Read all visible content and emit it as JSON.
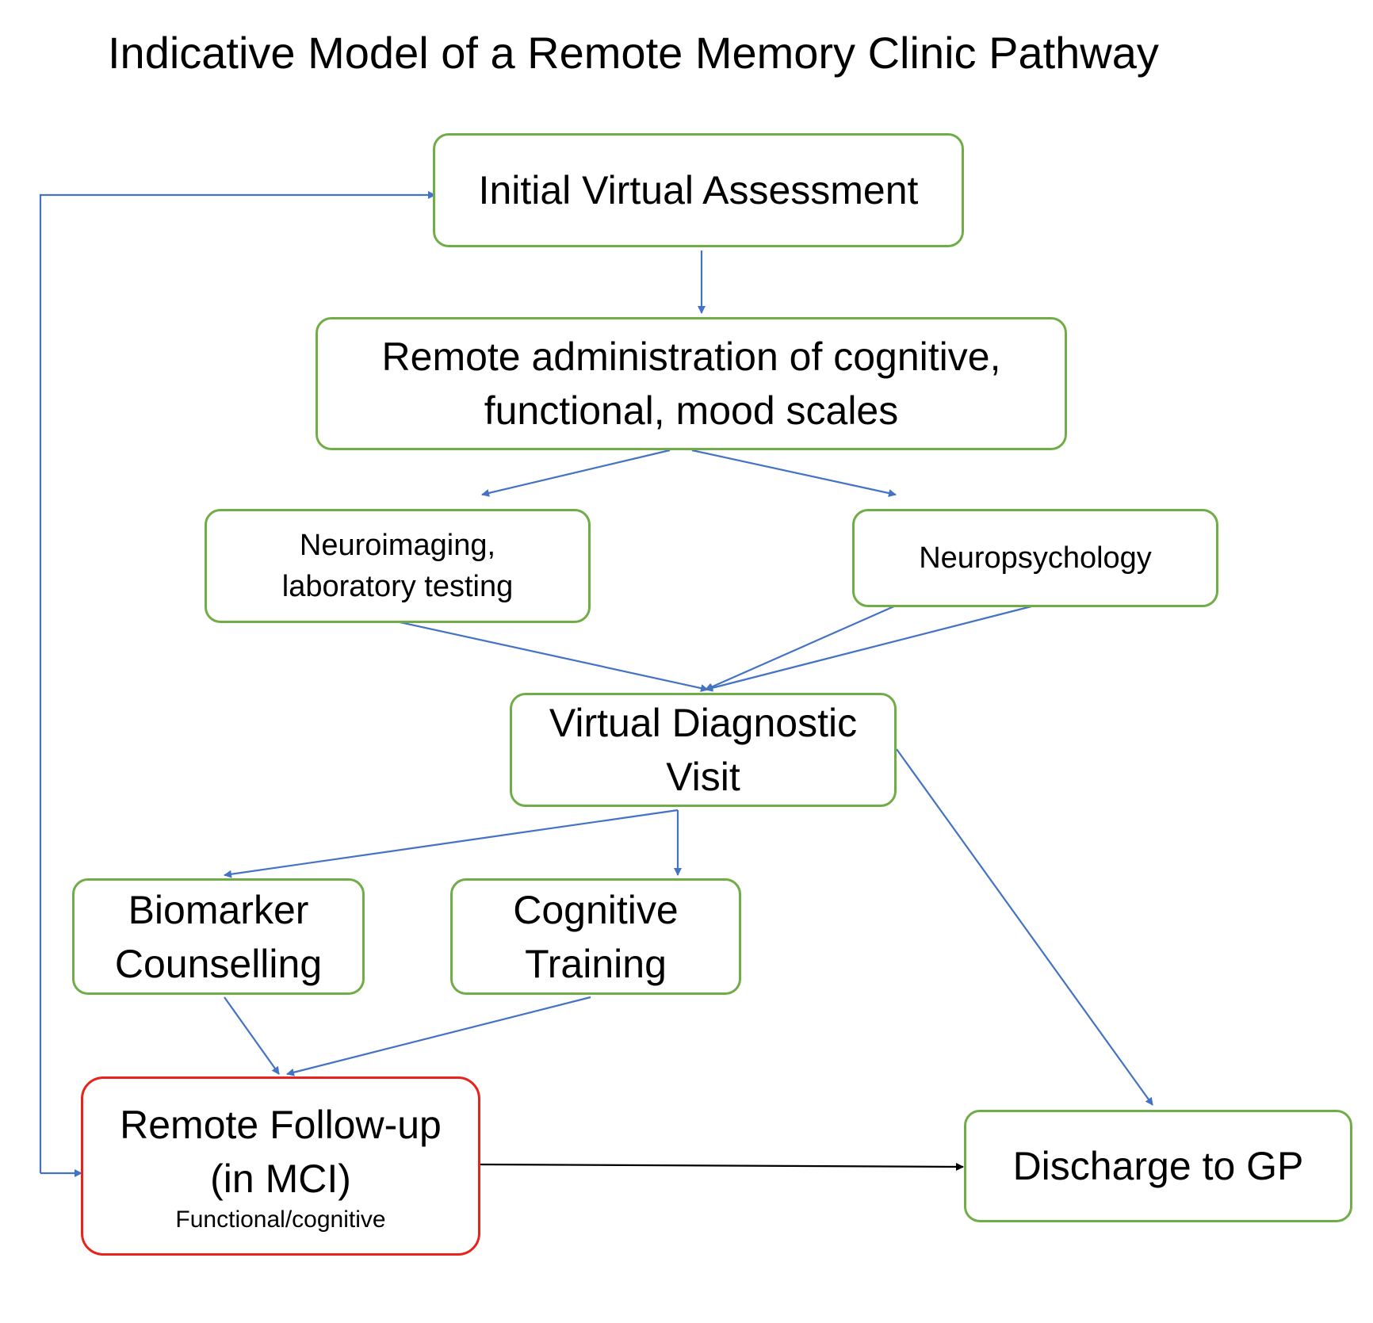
{
  "title": "Indicative Model of a Remote Memory Clinic Pathway",
  "colors": {
    "node_border": "#70ad47",
    "highlight_border": "#e8231a",
    "arrow": "#4472c4",
    "arrow_final": "#000000"
  },
  "nodes": {
    "initial": {
      "lines": [
        "Initial Virtual  Assessment"
      ]
    },
    "remote_admin": {
      "lines": [
        "Remote administration of cognitive,",
        "functional, mood scales"
      ]
    },
    "neuroimaging": {
      "lines": [
        "Neuroimaging,",
        "laboratory testing"
      ]
    },
    "neuropsychology": {
      "lines": [
        "Neuropsychology"
      ]
    },
    "diagnostic": {
      "lines": [
        "Virtual Diagnostic",
        "Visit"
      ]
    },
    "biomarker": {
      "lines": [
        "Biomarker",
        "Counselling"
      ]
    },
    "cognitive_training": {
      "lines": [
        "Cognitive",
        "Training"
      ]
    },
    "followup": {
      "lines": [
        "Remote Follow-up",
        "(in MCI)"
      ],
      "sublabel": "Functional/cognitive"
    },
    "discharge": {
      "lines": [
        "Discharge  to GP"
      ]
    }
  }
}
